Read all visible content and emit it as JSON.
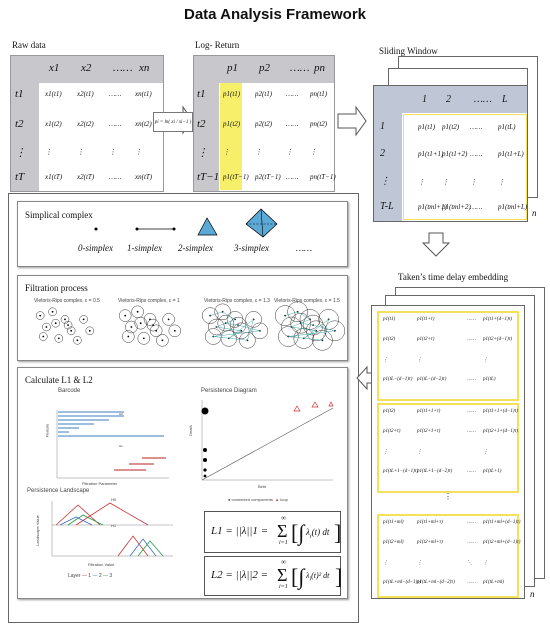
{
  "title": "Data Analysis Framework",
  "raw": {
    "label": "Raw data",
    "cols": [
      "x1",
      "x2",
      "……",
      "xn"
    ],
    "rows": [
      "t1",
      "t2",
      "⋮",
      "tT"
    ],
    "cells": [
      [
        "x1(t1)",
        "x2(t1)",
        "……",
        "xn(t1)"
      ],
      [
        "x1(t2)",
        "x2(t2)",
        "……",
        "xn(t2)"
      ],
      [
        "⋮",
        "⋮",
        "⋮",
        "⋮"
      ],
      [
        "x1(tT)",
        "x2(tT)",
        "……",
        "xn(tT)"
      ]
    ]
  },
  "logret": {
    "label": "Log- Return",
    "cols": [
      "p1",
      "p2",
      "……",
      "pn"
    ],
    "rows": [
      "t1",
      "t2",
      "⋮",
      "tT−1"
    ],
    "cells": [
      [
        "p1(t1)",
        "p2(t1)",
        "……",
        "pn(t1)"
      ],
      [
        "p1(t2)",
        "p2(t2)",
        "……",
        "pn(t2)"
      ],
      [
        "⋮",
        "⋮",
        "⋮",
        "⋮"
      ],
      [
        "p1(tT−1)",
        "p2(tT−1)",
        "……",
        "pn(tT−1)"
      ]
    ],
    "formula": "pi = ln( xi / xi−1 )"
  },
  "sliding": {
    "label": "Sliding  Window",
    "cols": [
      "1",
      "2",
      "……",
      "L"
    ],
    "rows": [
      "1",
      "2",
      "⋮",
      "T-L"
    ],
    "cells": [
      [
        "p1(t1)",
        "p1(t2)",
        "……",
        "p1(tL)"
      ],
      [
        "p1(t1+1)",
        "p1(t1+2)",
        "……",
        "p1(t1+L)"
      ],
      [
        "⋮",
        "⋮",
        "⋮",
        "⋮"
      ],
      [
        "p1(tml+1)",
        "p1(tml+2)",
        "……",
        "p1(tml+L)"
      ]
    ],
    "n": "n"
  },
  "simplicial": {
    "title": "Simplical complex",
    "items": [
      "0-simplex",
      "1-simplex",
      "2-simplex",
      "3-simplex",
      "……"
    ]
  },
  "filtration": {
    "title": "Filtration process",
    "subs": [
      "Vietoris-Rips complex, ε = 0.5",
      "Vietoris-Rips complex, ε = 1",
      "Vietoris-Rips complex, ε = 1.3",
      "Vietoris-Rips complex, ε = 1.5"
    ]
  },
  "calc": {
    "title": "Calculate L1 & L2",
    "barcode": {
      "title": "Barcode",
      "xlabel": "Filtration Parameter",
      "ylabel": "Feature",
      "h0": "H0",
      "h1": "H1"
    },
    "pd": {
      "title": "Persistence Diagram",
      "xlabel": "Birth",
      "ylabel": "Death",
      "legend": [
        "connected components",
        "loop"
      ]
    },
    "landscape": {
      "title": "Persistence Landscape",
      "xlabel": "Filtration Value",
      "ylabel": "Landscape Value",
      "h0": "H0",
      "h1": "H1",
      "layer_label": "Layer",
      "layers": [
        "1",
        "2",
        "3"
      ]
    },
    "l1": "L1 = ‖λ‖1 = Σ ∫ λi(t) dt",
    "l2": "L2 = ‖λ‖2 = Σ [ ∫ λi(t)² dt ]½",
    "l1_lhs": "L1 = ||λ||1 =",
    "l2_lhs": "L2 = ||λ||2 ="
  },
  "takens": {
    "title": "Taken’s time delay embedding",
    "block1": [
      [
        "p1(t1)",
        "p1(t1+τ)",
        "……",
        "p1(t1+(d−1)τ)"
      ],
      [
        "p1(t2)",
        "p1(t2+τ)",
        "……",
        "p1(t2+(d−1)τ)"
      ],
      [
        "⋮",
        "⋮",
        "",
        "⋮"
      ],
      [
        "p1(tL−(d−1)τ)",
        "p1(tL−(d−2)τ)",
        "……",
        "p1(tL)"
      ]
    ],
    "block2": [
      [
        "p1(t2)",
        "p1(t1+1+τ)",
        "……",
        "p1(t1+1+(d−1)τ)"
      ],
      [
        "p1(t2+τ)",
        "p1(t2+1+τ)",
        "……",
        "p1(t2+1+(d−1)τ)"
      ],
      [
        "⋮",
        "⋮",
        "",
        "⋮"
      ],
      [
        "p1(tL+1−(d−1)τ)",
        "p1(tL+1−(d−2)τ)",
        "……",
        "p1(tL+1)"
      ]
    ],
    "block3": [
      [
        "p1(t1+ml)",
        "p1(t1+ml+τ)",
        "……",
        "p1(t1+ml+(d−1)τ)"
      ],
      [
        "p1(t2+ml)",
        "p1(t2+ml+τ)",
        "……",
        "p1(t2+ml+(d−1)τ)"
      ],
      [
        "⋮",
        "⋮",
        "⋱",
        "⋮"
      ],
      [
        "p1(tL+ml−(d−1)τ)",
        "p1(tL+ml−(d−2)τ)",
        "……",
        "p1(tL+ml)"
      ]
    ],
    "n": "n"
  }
}
